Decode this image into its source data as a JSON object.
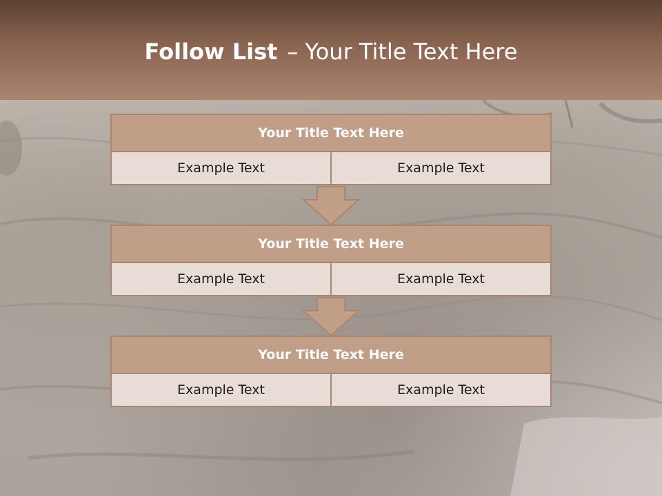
{
  "slide": {
    "title_strong": "Follow List",
    "title_sep": "–",
    "title_rest": "Your Title Text Here"
  },
  "blocks": [
    {
      "title": "Your Title Text Here",
      "left": "Example Text",
      "right": "Example Text"
    },
    {
      "title": "Your Title Text Here",
      "left": "Example Text",
      "right": "Example Text"
    },
    {
      "title": "Your Title Text Here",
      "left": "Example Text",
      "right": "Example Text"
    }
  ],
  "colors": {
    "header_dark": "#5c4233",
    "header_light": "#aa8470",
    "block_title_fill": "#c09e87",
    "block_border": "#a88670",
    "cell_fill": "#e8dcd7",
    "arrow_fill": "#c09e87"
  }
}
